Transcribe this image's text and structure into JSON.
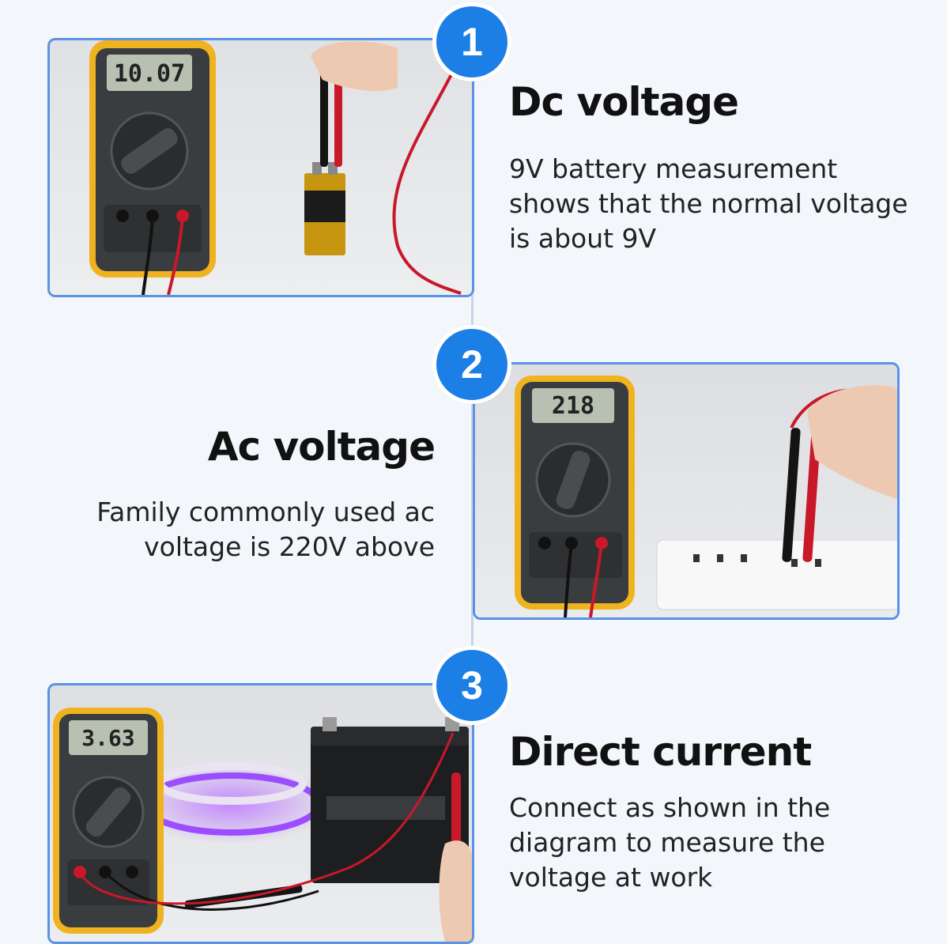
{
  "steps": [
    {
      "number": "1",
      "title": "Dc voltage",
      "description": "9V battery measurement shows that the normal voltage is about 9V",
      "meter_reading": "10.07"
    },
    {
      "number": "2",
      "title": "Ac voltage",
      "description": "Family commonly used ac voltage is 220V above",
      "meter_reading": "218"
    },
    {
      "number": "3",
      "title": "Direct current",
      "description": "Connect as shown in the diagram to measure the voltage at work",
      "meter_reading": "3.63"
    }
  ],
  "colors": {
    "badge": "#1c7fe6",
    "panel_border": "#5a92e6",
    "meter_body": "#f0b320",
    "probe_red": "#d8182a",
    "led_strip": "#9b4dff"
  },
  "icons": [
    "multimeter-icon",
    "battery-icon",
    "power-strip-icon",
    "car-battery-icon",
    "led-strip-icon",
    "hand-icon"
  ]
}
